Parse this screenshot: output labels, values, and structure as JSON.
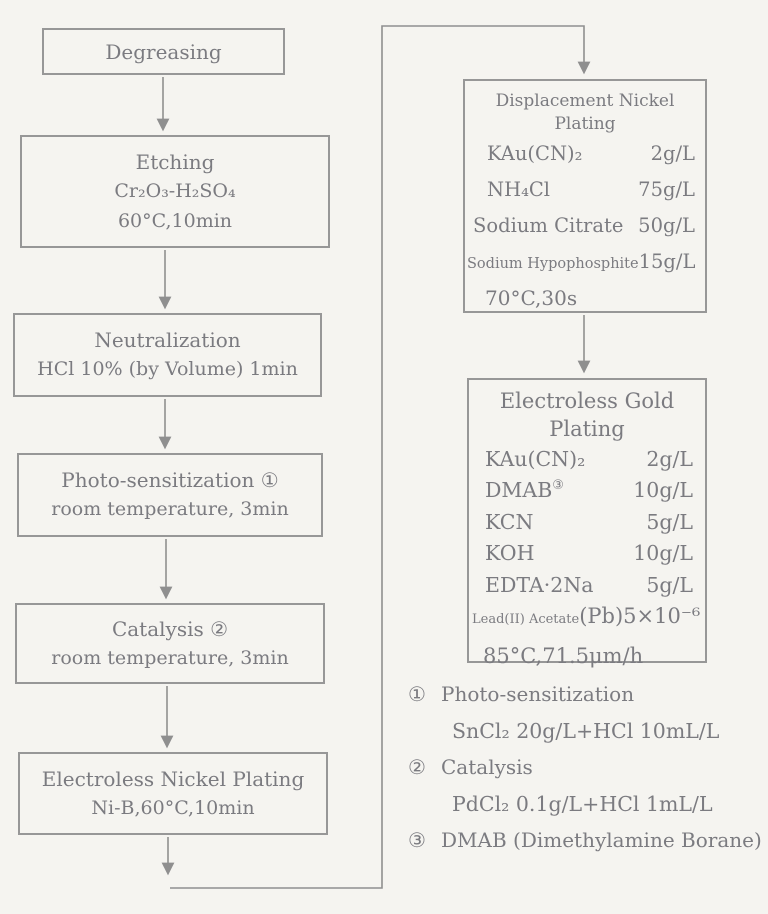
{
  "colors": {
    "background": "#f5f4f0",
    "line": "#8f8f8f",
    "text": "#7b7b80"
  },
  "flow_left": {
    "degreasing": {
      "title": "Degreasing"
    },
    "etching": {
      "title": "Etching",
      "line1": "Cr₂O₃-H₂SO₄",
      "line2": "60°C,10min"
    },
    "neutralization": {
      "title": "Neutralization",
      "line1": "HCl 10% (by Volume) 1min"
    },
    "photo_sensitization": {
      "title": "Photo-sensitization ①",
      "line1": "room temperature, 3min"
    },
    "catalysis": {
      "title": "Catalysis ②",
      "line1": "room temperature, 3min"
    },
    "nickel_plating": {
      "title": "Electroless Nickel Plating",
      "line1": "Ni-B,60°C,10min"
    }
  },
  "flow_right": {
    "displacement": {
      "title": "Displacement Nickel Plating",
      "rows": [
        {
          "name": "KAu(CN)₂",
          "value": "2g/L"
        },
        {
          "name": "NH₄Cl",
          "value": "75g/L"
        },
        {
          "name": "Sodium Citrate",
          "value": "50g/L"
        },
        {
          "name": "Sodium Hypophosphite",
          "value": "15g/L"
        }
      ],
      "footer": "70°C,30s"
    },
    "gold": {
      "title": "Electroless Gold Plating",
      "rows": [
        {
          "name": "KAu(CN)₂",
          "value": "2g/L"
        },
        {
          "name": "DMAB",
          "sup": "③",
          "value": "10g/L"
        },
        {
          "name": "KCN",
          "value": "5g/L"
        },
        {
          "name": "KOH",
          "value": "10g/L"
        },
        {
          "name": "EDTA·2Na",
          "value": "5g/L"
        },
        {
          "name": "Lead(II) Acetate",
          "value": "(Pb)5×10⁻⁶"
        }
      ],
      "footer": "85°C,71.5μm/h"
    }
  },
  "notes": [
    {
      "marker": "①",
      "title": "Photo-sensitization",
      "detail": "SnCl₂ 20g/L+HCl 10mL/L"
    },
    {
      "marker": "②",
      "title": "Catalysis",
      "detail": "PdCl₂ 0.1g/L+HCl 1mL/L"
    },
    {
      "marker": "③",
      "title": "DMAB (Dimethylamine Borane)",
      "detail": ""
    }
  ]
}
